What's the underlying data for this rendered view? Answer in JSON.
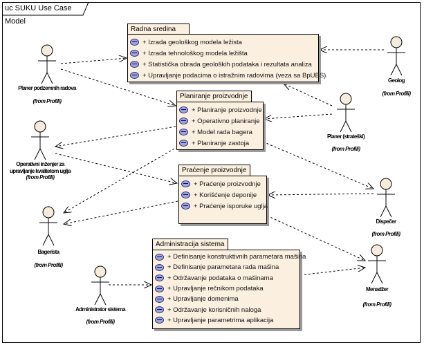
{
  "diagram_title": "uc SUKU Use Case Model",
  "packages": [
    {
      "name": "Radna sredina",
      "use_cases": [
        "+ Izrada geološkog modela ležista",
        "+ Izrada tehnološkog modela ležišta",
        "+ Statistička obrada geoloških podataka i rezultata analiza",
        "+ Upravljanje podacima o istražnim radovima (veza sa BpUBS)"
      ]
    },
    {
      "name": "Planiranje proizvodnje",
      "use_cases": [
        "+ Planiranje proizvodnje",
        "+ Operativno planiranje",
        "+ Model rada bagera",
        "+ Planiranje zastoja"
      ]
    },
    {
      "name": "Praćenje proizvodnje",
      "use_cases": [
        "+ Praćenje proizvodnje",
        "+ Korišćenje deponije",
        "+ Praćenje isporuke uglja"
      ]
    },
    {
      "name": "Administracija sistema",
      "use_cases": [
        "+ Definisanje konstruktivnih parametara mašina",
        "+ Definisanje parametara rada mašina",
        "+ Održavanje podataka o mašinama",
        "+ Upravljanje rečnikom podataka",
        "+ Upravljanje domenima",
        "+ Održavanje korisničnih naloga",
        "+ Upravljanje parametrima aplikacija"
      ]
    }
  ],
  "actors": [
    {
      "name": "Planer podzemnih radova",
      "from": "(from Profili)"
    },
    {
      "name": "Operativni inženjer za upravljanje kvalitetom uglja",
      "from": "(from Profili)"
    },
    {
      "name": "Bagerista",
      "from": "(from Profili)"
    },
    {
      "name": "Administrator sistema",
      "from": "(from Profili)"
    },
    {
      "name": "Geolog",
      "from": "(from Profili)"
    },
    {
      "name": "Planer (strateški)",
      "from": "(from Profili)"
    },
    {
      "name": "Dispečer",
      "from": "(from Profili)"
    },
    {
      "name": "Menadžer",
      "from": "(from Profili)"
    }
  ]
}
